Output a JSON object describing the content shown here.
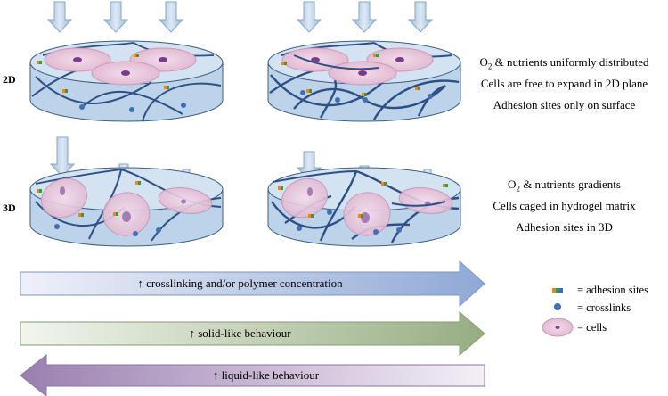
{
  "rows": {
    "top_label": "2D",
    "bottom_label": "3D"
  },
  "descriptions": {
    "top": {
      "line1_prefix": "O",
      "line1_sub": "2",
      "line1_rest": " & nutrients uniformly distributed",
      "line2": "Cells are free to expand in 2D plane",
      "line3": "Adhesion sites only on surface"
    },
    "bottom": {
      "line1_prefix": "O",
      "line1_sub": "2",
      "line1_rest": " & nutrients gradients",
      "line2": "Cells caged in hydrogel matrix",
      "line3": "Adhesion sites in 3D"
    }
  },
  "arrows": {
    "crosslinking": "↑ crosslinking and/or polymer concentration",
    "solid": "↑ solid-like behaviour",
    "liquid": "↑ liquid-like behaviour"
  },
  "legend": {
    "adhesion": "= adhesion sites",
    "crosslinks": "= crosslinks",
    "cells": "= cells"
  },
  "colors": {
    "disc_fill": "#c9dcee",
    "disc_stroke": "#3c5f85",
    "fiber": "#2e4f86",
    "cell_fill": "#e9c9dd",
    "cell_nucleus": "#7b3a8f",
    "crosslink": "#3f6fb5",
    "down_arrow": "#b5cde6",
    "arrow_blue": "#8fa8d6",
    "arrow_green": "#96ad82",
    "arrow_purple": "#9a7fb0"
  }
}
